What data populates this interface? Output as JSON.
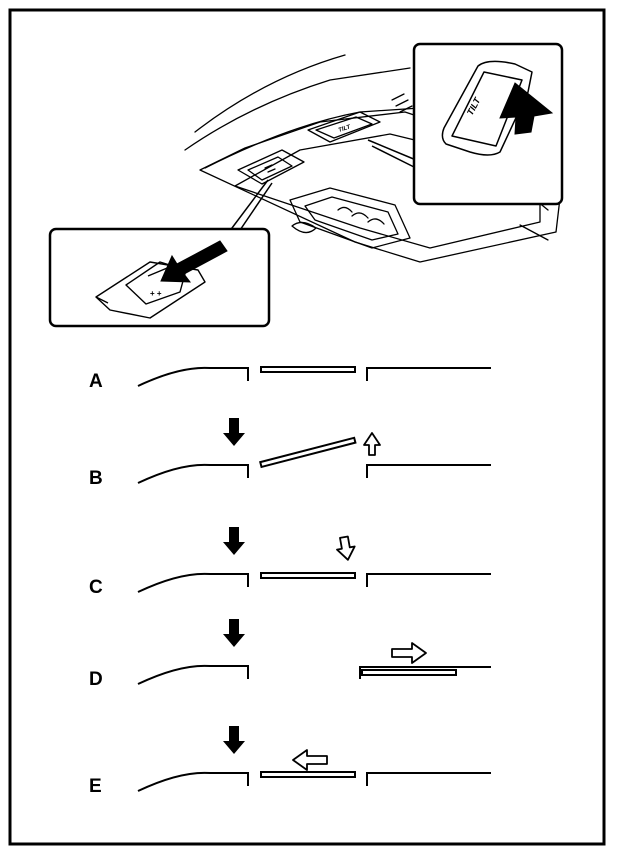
{
  "figure": {
    "switch_label": "TILT",
    "callouts": [
      {
        "id": "left",
        "arrow": "push-down-forward",
        "switch_marking": "+ +"
      },
      {
        "id": "right",
        "arrow": "push-up",
        "switch_marking": "TILT"
      }
    ]
  },
  "sequence": [
    {
      "label": "A",
      "press_arrow": false,
      "panel": "closed",
      "motion_arrow": "none"
    },
    {
      "label": "B",
      "press_arrow": true,
      "panel": "tilted-up",
      "motion_arrow": "up"
    },
    {
      "label": "C",
      "press_arrow": true,
      "panel": "closed",
      "motion_arrow": "down"
    },
    {
      "label": "D",
      "press_arrow": true,
      "panel": "slid-open",
      "motion_arrow": "right"
    },
    {
      "label": "E",
      "press_arrow": true,
      "panel": "closed",
      "motion_arrow": "left"
    }
  ],
  "colors": {
    "line": "#000000",
    "background": "#ffffff"
  }
}
